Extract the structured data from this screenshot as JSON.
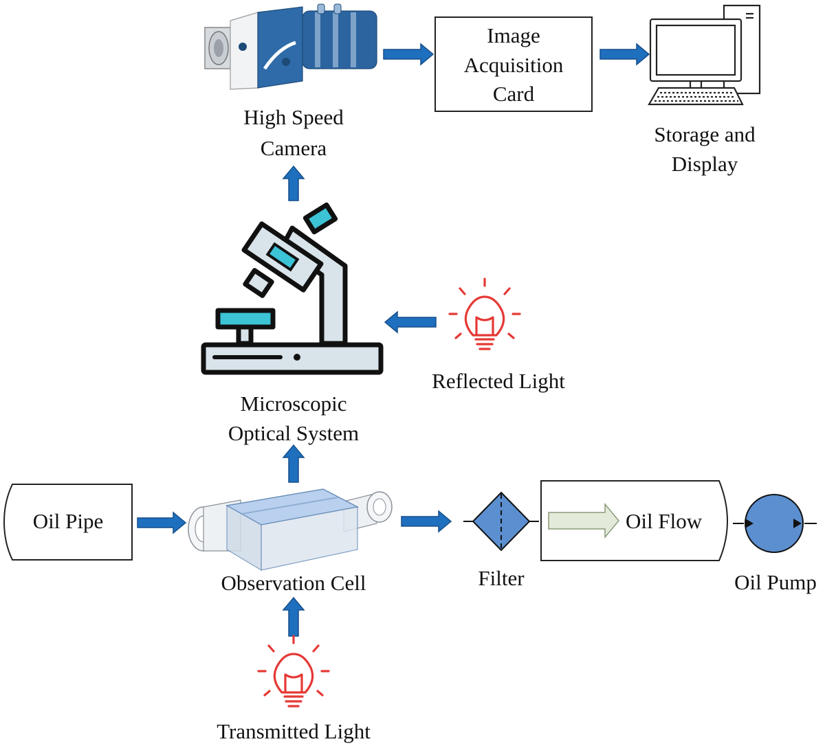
{
  "nodes": {
    "camera": {
      "line1": "High Speed",
      "line2": "Camera"
    },
    "card": {
      "line1": "Image",
      "line2": "Acquisition",
      "line3": "Card"
    },
    "storage": {
      "line1": "Storage and",
      "line2": "Display"
    },
    "microscope": {
      "line1": "Microscopic",
      "line2": "Optical System"
    },
    "reflected": {
      "label": "Reflected Light"
    },
    "pipe": {
      "label": "Oil Pipe"
    },
    "cell": {
      "label": "Observation Cell"
    },
    "filter": {
      "label": "Filter"
    },
    "flow": {
      "label": "Oil Flow"
    },
    "pump": {
      "label": "Oil Pump"
    },
    "transmitted": {
      "label": "Transmitted Light"
    }
  },
  "icons": {
    "camera": "camera-icon",
    "computer": "computer-icon",
    "microscope": "microscope-icon",
    "bulb": "light-bulb-icon",
    "cell": "flow-cell-icon",
    "filter": "filter-icon",
    "pump": "pump-icon"
  },
  "colors": {
    "arrow": "#1f6fbf",
    "microscope_fill": "#d9e3ea",
    "microscope_accent": "#3cc3d6",
    "bulb": "#e53935",
    "filter_fill": "#5b8fd0",
    "pump_fill": "#5b8fd0",
    "flow_arrow_fill": "#e3ead9"
  }
}
